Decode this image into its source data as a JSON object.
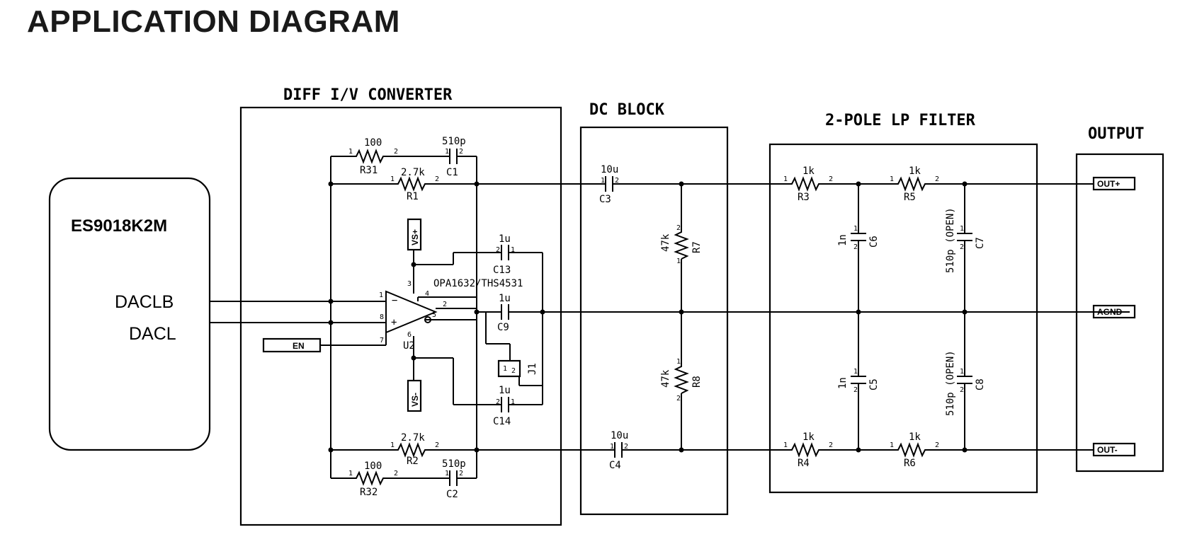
{
  "title": "APPLICATION DIAGRAM",
  "sections": {
    "iv_converter": "DIFF I/V CONVERTER",
    "dc_block": "DC BLOCK",
    "lp_filter": "2-POLE LP FILTER",
    "output": "OUTPUT"
  },
  "chip": {
    "name": "ES9018K2M",
    "dacb": "DACLB",
    "dac": "DACL"
  },
  "iv": {
    "r31": {
      "ref": "R31",
      "value": "100"
    },
    "c1": {
      "ref": "C1",
      "value": "510p"
    },
    "r1": {
      "ref": "R1",
      "value": "2.7k"
    },
    "r2": {
      "ref": "R2",
      "value": "2.7k"
    },
    "r32": {
      "ref": "R32",
      "value": "100"
    },
    "c2": {
      "ref": "C2",
      "value": "510p"
    },
    "c13": {
      "ref": "C13",
      "value": "1u"
    },
    "c9": {
      "ref": "C9",
      "value": "1u"
    },
    "c14": {
      "ref": "C14",
      "value": "1u"
    },
    "opamp_ref": "U2",
    "opamp_part": "OPA1632/THS4531",
    "jumper": "J1",
    "en": "EN",
    "vs_pos": "VS+",
    "vs_neg": "VS-"
  },
  "dcblock": {
    "c3": {
      "ref": "C3",
      "value": "10u"
    },
    "c4": {
      "ref": "C4",
      "value": "10u"
    },
    "r7": {
      "ref": "R7",
      "value": "47k"
    },
    "r8": {
      "ref": "R8",
      "value": "47k"
    }
  },
  "filter": {
    "r3": {
      "ref": "R3",
      "value": "1k"
    },
    "r5": {
      "ref": "R5",
      "value": "1k"
    },
    "r4": {
      "ref": "R4",
      "value": "1k"
    },
    "r6": {
      "ref": "R6",
      "value": "1k"
    },
    "c6": {
      "ref": "C6",
      "value": "1n"
    },
    "c5": {
      "ref": "C5",
      "value": "1n"
    },
    "c7": {
      "ref": "C7",
      "value": "510p (OPEN)"
    },
    "c8": {
      "ref": "C8",
      "value": "510p (OPEN)"
    }
  },
  "output": {
    "pos": "OUT+",
    "gnd": "AGND",
    "neg": "OUT-"
  },
  "pins": {
    "p1": "1",
    "p2": "2",
    "p3": "3",
    "p4": "4",
    "p5": "5",
    "p6": "6",
    "p7": "7",
    "p8": "8",
    "minus": "−",
    "plus": "+"
  }
}
